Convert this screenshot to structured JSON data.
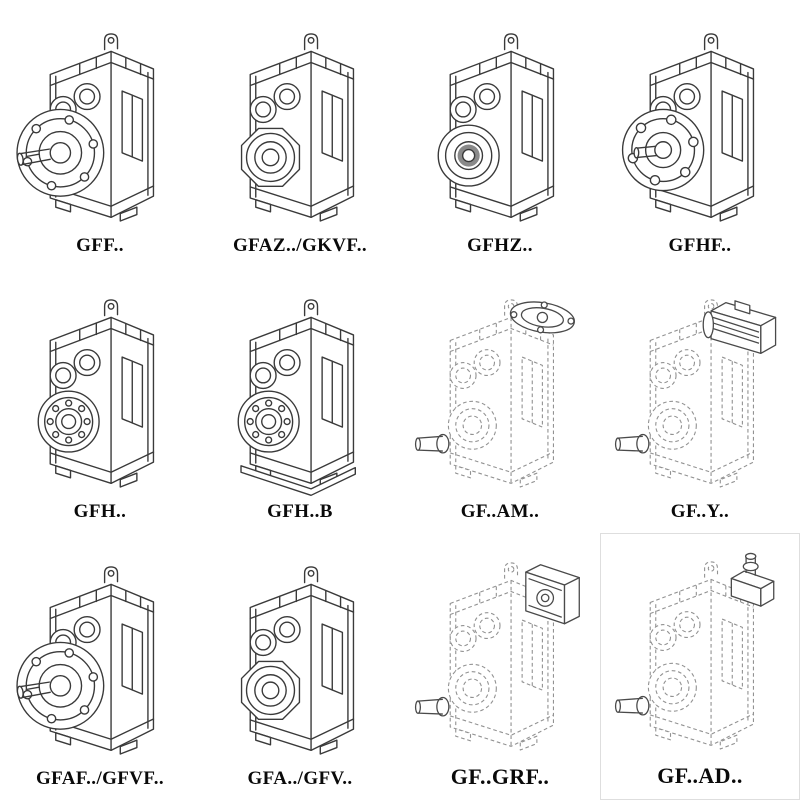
{
  "page": {
    "background": "#ffffff",
    "line_styles": {
      "solid_ink": "#3a3a3a",
      "phantom_ink": "#929292"
    }
  },
  "grid": {
    "cells": [
      {
        "id": "gff",
        "label": "GFF..",
        "style": "solid",
        "variant": "flange-shaft"
      },
      {
        "id": "gfaz-gkvf",
        "label": "GFAZ../GKVF..",
        "style": "solid",
        "variant": "hollow-octagon"
      },
      {
        "id": "gfhz",
        "label": "GFHZ..",
        "style": "solid",
        "variant": "hollow-rings"
      },
      {
        "id": "gfhf",
        "label": "GFHF..",
        "style": "solid",
        "variant": "side-flange"
      },
      {
        "id": "gfh",
        "label": "GFH..",
        "style": "solid",
        "variant": "hollow-bearing"
      },
      {
        "id": "gfh-b",
        "label": "GFH..B",
        "style": "solid",
        "variant": "hollow-bearing-foot"
      },
      {
        "id": "gf-am",
        "label": "GF..AM..",
        "style": "phantom",
        "variant": "motor-adapter-flange"
      },
      {
        "id": "gf-y",
        "label": "GF..Y..",
        "style": "phantom",
        "variant": "mounted-motor"
      },
      {
        "id": "gfaf-gfvf",
        "label": "GFAF../GFVF..",
        "style": "solid",
        "variant": "flange-shaft"
      },
      {
        "id": "gfa-gfv",
        "label": "GFA../GFV..",
        "style": "solid",
        "variant": "hollow-octagon"
      },
      {
        "id": "gf-grf",
        "label": "GF..GRF..",
        "style": "phantom",
        "variant": "adapter-box"
      },
      {
        "id": "gf-ad",
        "label": "GF..AD..",
        "style": "phantom",
        "variant": "input-shaft-top"
      }
    ]
  }
}
